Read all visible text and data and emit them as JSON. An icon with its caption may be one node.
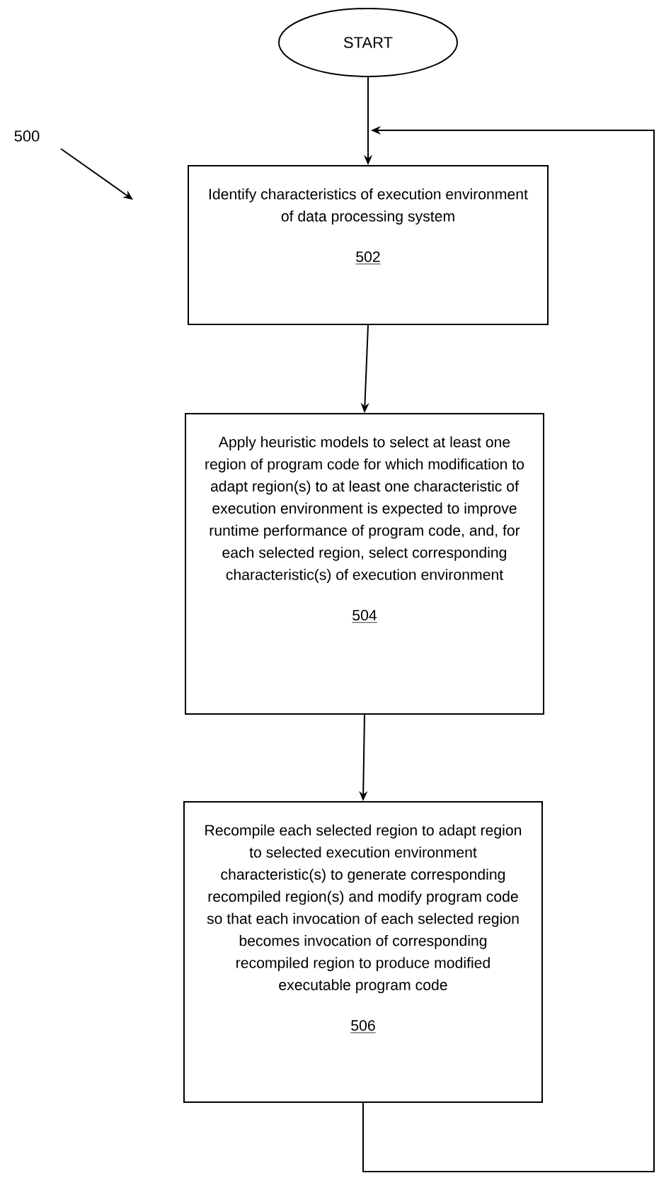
{
  "diagram": {
    "nodes": [
      {
        "text": [
          "START"
        ]
      },
      {
        "text": [
          "Identify characteristics of execution environment of data processing system",
          "502"
        ]
      },
      {
        "text": [
          "Apply heuristic models to select at least one region of program code for which modification to adapt region(s) to at least one characteristic of execution environment is expected to improve runtime performance of program code, and, for each selected region, select corresponding characteristic(s) of execution environment",
          "504"
        ]
      },
      {
        "text": [
          "Recompile each selected region to adapt region to selected execution environment characteristic(s) to generate corresponding recompiled region(s) and modify program code so that each invocation of each selected region becomes invocation of corresponding recompiled region to produce modified executable program code",
          "506"
        ]
      }
    ],
    "edges": [
      {
        "from": 0,
        "to": 1,
        "arrow": "to"
      },
      {
        "from": 1,
        "to": 2,
        "arrow": "to"
      },
      {
        "from": 2,
        "to": 3,
        "arrow": "to"
      },
      {
        "from": 3,
        "to": 1,
        "arrow": "to"
      }
    ],
    "labels": [
      "500"
    ]
  }
}
